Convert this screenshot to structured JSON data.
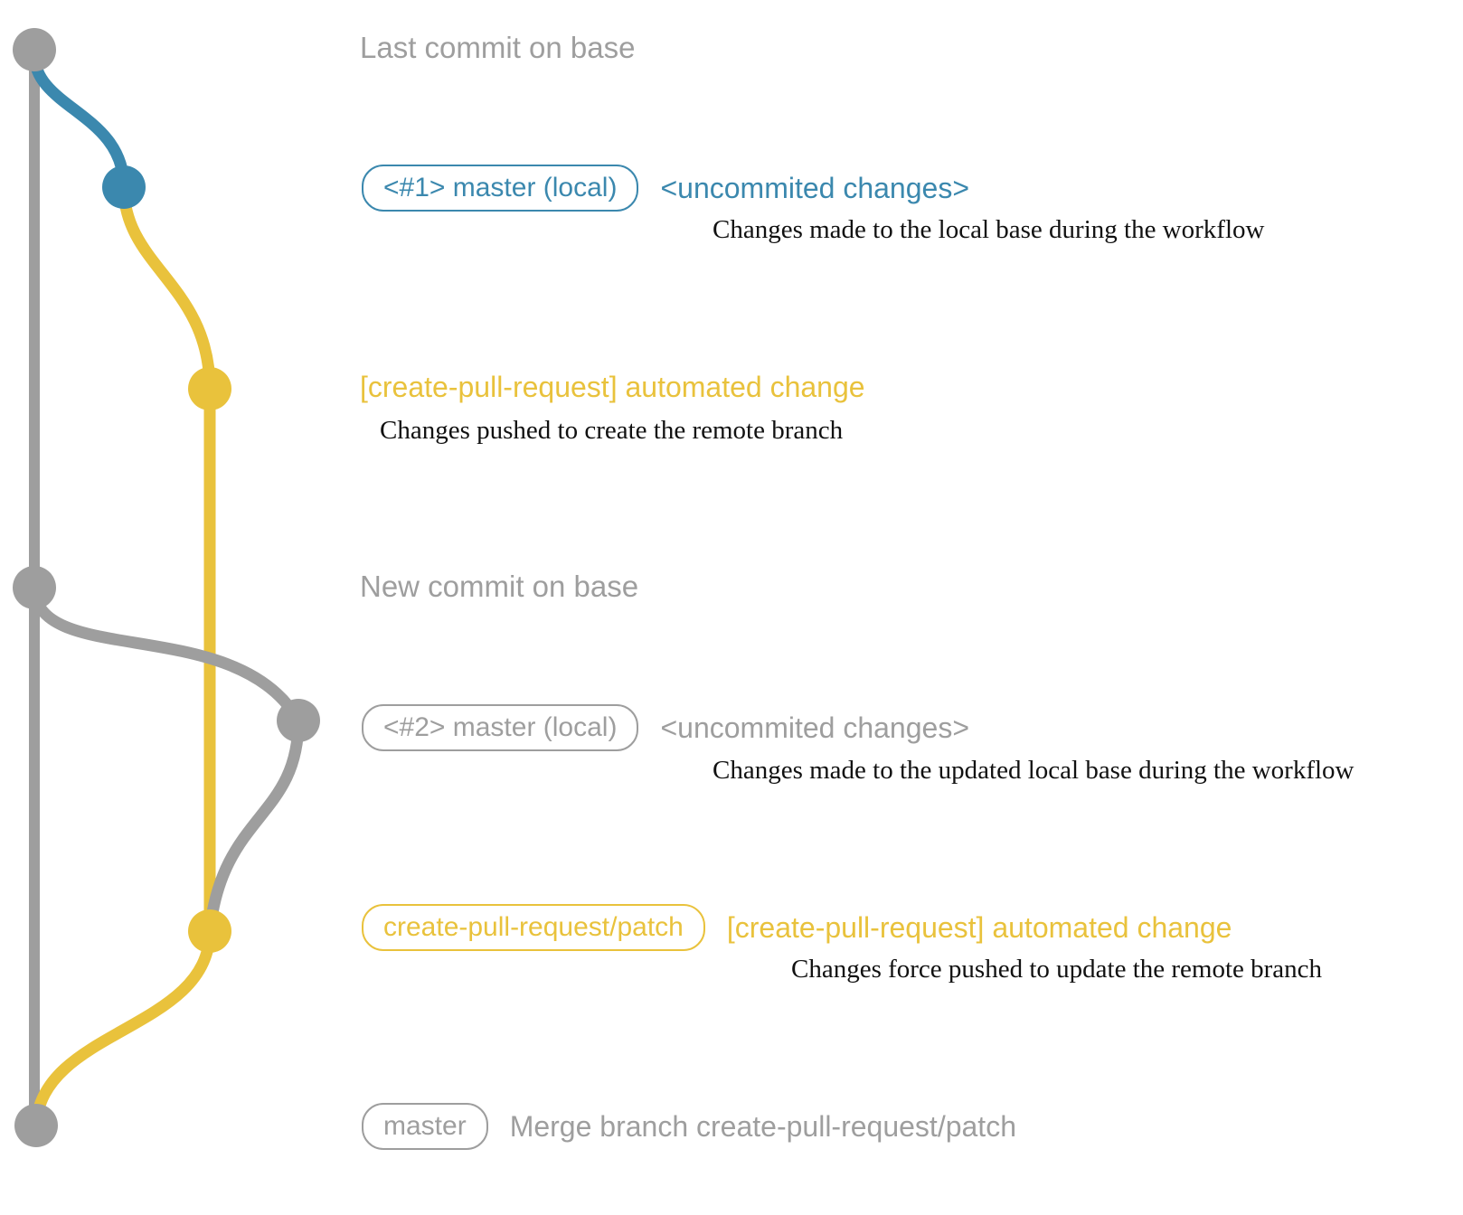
{
  "colors": {
    "base_branch_gray": "#9e9e9e",
    "local_branch_blue": "#3b88ae",
    "pr_branch_yellow": "#e9c23c",
    "description_text": "#111111"
  },
  "sections": {
    "top": {
      "label": "Last commit on base"
    },
    "local1": {
      "badge": "<#1> master (local)",
      "title": "<uncommited changes>",
      "desc": "Changes made to the local base during the workflow"
    },
    "push1": {
      "title": "[create-pull-request] automated change",
      "desc": "Changes pushed to create the remote branch"
    },
    "newbase": {
      "label": "New commit on base"
    },
    "local2": {
      "badge": "<#2> master (local)",
      "title": "<uncommited changes>",
      "desc": "Changes made to the updated local base during the workflow"
    },
    "push2": {
      "badge": "create-pull-request/patch",
      "title": "[create-pull-request] automated change",
      "desc": "Changes force pushed to update the remote branch"
    },
    "merge": {
      "badge": "master",
      "title": "Merge branch create-pull-request/patch"
    }
  }
}
